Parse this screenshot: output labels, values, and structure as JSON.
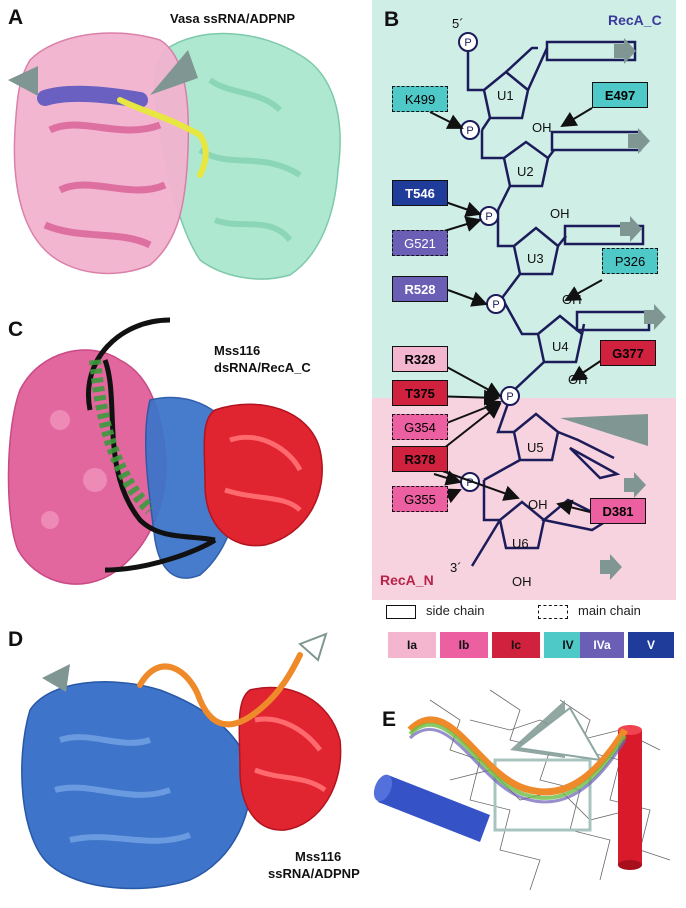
{
  "panels": {
    "a": {
      "label": "A",
      "title": "Vasa ssRNA/ADPNP"
    },
    "b": {
      "label": "B"
    },
    "c": {
      "label": "C",
      "title_line1": "Mss116",
      "title_line2": "dsRNA/RecA_C"
    },
    "d": {
      "label": "D",
      "title_line1": "Mss116",
      "title_line2": "ssRNA/ADPNP"
    },
    "e": {
      "label": "E"
    }
  },
  "scheme": {
    "domain_top": "RecA_C",
    "domain_bottom": "RecA_N",
    "five_prime": "5´",
    "three_prime": "3´",
    "nucleotides": [
      "U1",
      "U2",
      "U3",
      "U4",
      "U5",
      "U6"
    ],
    "phosphate": "P",
    "hydroxyl": "OH",
    "residues": {
      "K499": "K499",
      "E497": "E497",
      "T546": "T546",
      "G521": "G521",
      "P326": "P326",
      "R528": "R528",
      "R328": "R328",
      "G377": "G377",
      "T375": "T375",
      "G354": "G354",
      "R378": "R378",
      "G355": "G355",
      "D381": "D381"
    }
  },
  "legend": {
    "side_chain": "side chain",
    "main_chain": "main chain",
    "motifs": [
      {
        "label": "Ia",
        "color": "#f4b6cf",
        "text": "#111"
      },
      {
        "label": "Ib",
        "color": "#ec5fa0",
        "text": "#111"
      },
      {
        "label": "Ic",
        "color": "#d0213f",
        "text": "#111"
      },
      {
        "label": "IV",
        "color": "#4fc9c7",
        "text": "#111"
      },
      {
        "label": "IVa",
        "color": "#6a5fb5",
        "text": "#fff"
      },
      {
        "label": "V",
        "color": "#1f3c9a",
        "text": "#fff"
      }
    ]
  },
  "colors": {
    "recA_c_bg": "#cfeee6",
    "recA_n_bg": "#f6d3df",
    "line": "#1c1c5a",
    "arrow_gray": "#7f9692",
    "domain_c_label": "#3a3a9a",
    "domain_n_label": "#b8234a"
  }
}
